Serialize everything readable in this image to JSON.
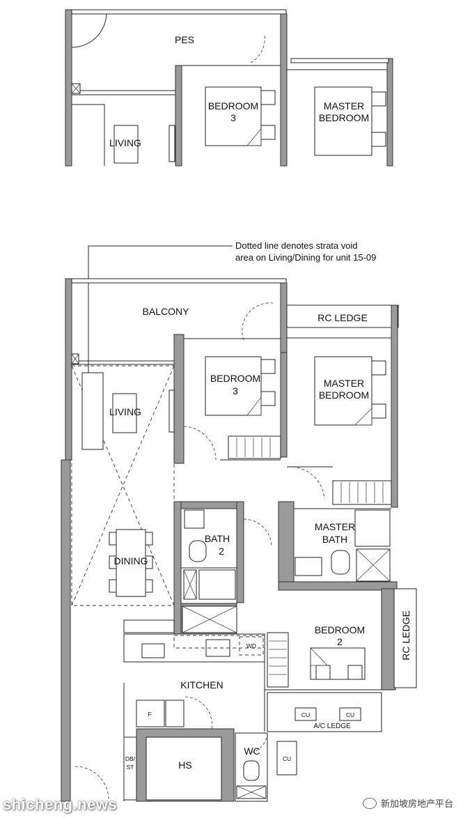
{
  "top_plan": {
    "rooms": {
      "pes": "PES",
      "bedroom3_line1": "BEDROOM",
      "bedroom3_line2": "3",
      "master_line1": "MASTER",
      "master_line2": "BEDROOM",
      "living": "LIVING"
    }
  },
  "main_plan": {
    "note_line1": "Dotted line denotes strata void",
    "note_line2": "area on Living/Dining for unit 15-09",
    "rooms": {
      "balcony": "BALCONY",
      "rc_ledge_top": "RC LEDGE",
      "bedroom3_line1": "BEDROOM",
      "bedroom3_line2": "3",
      "master_line1": "MASTER",
      "master_line2": "BEDROOM",
      "living": "LIVING",
      "dining": "DINING",
      "bath2_line1": "BATH",
      "bath2_line2": "2",
      "master_bath_line1": "MASTER",
      "master_bath_line2": "BATH",
      "bedroom2_line1": "BEDROOM",
      "bedroom2_line2": "2",
      "rc_ledge_side": "RC LEDGE",
      "kitchen": "KITCHEN",
      "wd": "WD",
      "fridge": "F",
      "cu1": "CU",
      "cu2": "CU",
      "cu3": "CU",
      "ac_ledge": "A/C LEDGE",
      "db_line1": "DB/",
      "db_line2": "ST",
      "hs": "HS",
      "wc": "WC"
    }
  },
  "watermark": {
    "site": "shicheng.news",
    "wechat": "新加坡房地产平台"
  }
}
